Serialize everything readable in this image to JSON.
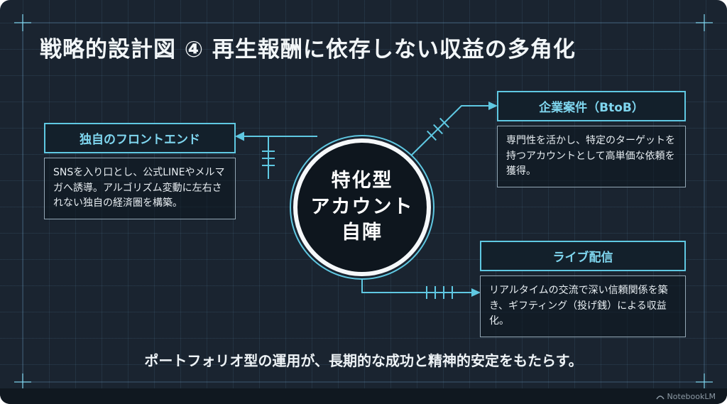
{
  "title": "戦略的設計図 ④ 再生報酬に依存しない収益の多角化",
  "center_node": {
    "lines": [
      "特化型",
      "アカウント",
      "自陣"
    ]
  },
  "nodes": {
    "frontend": {
      "header": "独自のフロントエンド",
      "body": "SNSを入り口とし、公式LINEやメルマガへ誘導。アルゴリズム変動に左右されない独自の経済圏を構築。"
    },
    "btob": {
      "header": "企業案件（BtoB）",
      "body": "専門性を活かし、特定のターゲットを持つアカウントとして高単価な依頼を獲得。"
    },
    "live": {
      "header": "ライブ配信",
      "body": "リアルタイムの交流で深い信頼関係を築き、ギフティング（投げ銭）による収益化。"
    }
  },
  "footer_note": "ポートフォリオ型の運用が、長期的な成功と精神的安定をもたらす。",
  "watermark": "NotebookLM",
  "colors": {
    "background": "#1a2430",
    "accent": "#5fc8e2",
    "header_text": "#7fd6ef",
    "body_text": "#e8eef2",
    "title_text": "#f2f6f8",
    "grid_line": "#33475a"
  }
}
